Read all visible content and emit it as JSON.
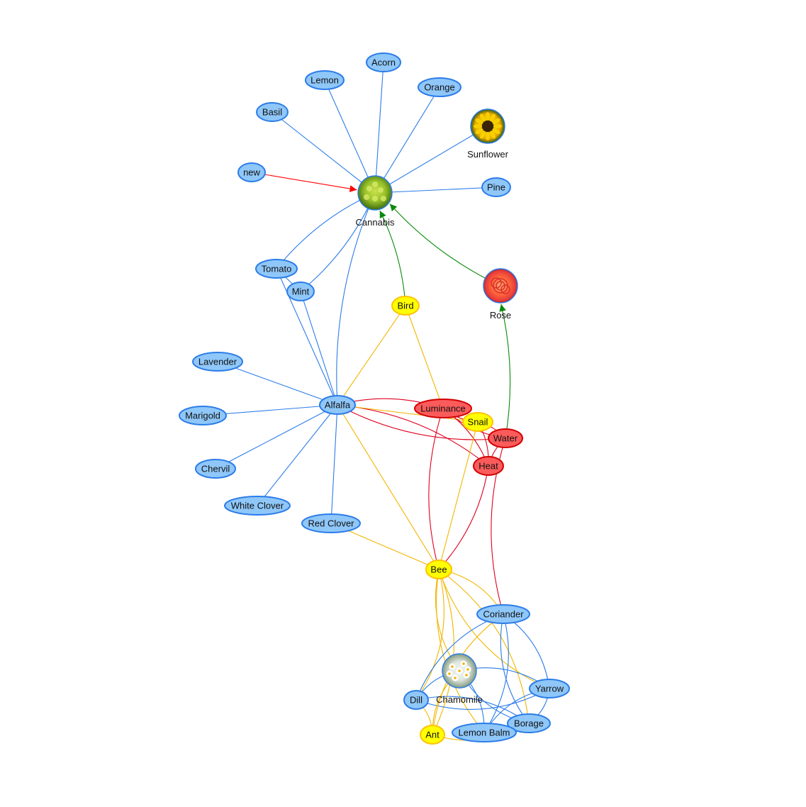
{
  "colors": {
    "plant": "#8fc7f9",
    "plant_border": "#2b7ce9",
    "animal": "#ffff00",
    "animal_border": "#ffc107",
    "factor": "#fb5b5b",
    "factor_border": "#d10000",
    "edge_plant": "#2b7ce9",
    "edge_animal": "#f2b600",
    "edge_factor": "#e0001e",
    "edge_red_arrow": "#ff0000",
    "edge_green_arrow": "#0a8a0a"
  },
  "nodes": {
    "acorn": {
      "label": "Acorn",
      "type": "plant"
    },
    "lemon": {
      "label": "Lemon",
      "type": "plant"
    },
    "orange": {
      "label": "Orange",
      "type": "plant"
    },
    "basil": {
      "label": "Basil",
      "type": "plant"
    },
    "sunflower": {
      "label": "Sunflower",
      "type": "image",
      "icon": "sunflower-photo"
    },
    "new": {
      "label": "new",
      "type": "plant"
    },
    "cannabis": {
      "label": "Cannabis",
      "type": "image",
      "icon": "cannabis-photo"
    },
    "pine": {
      "label": "Pine",
      "type": "plant"
    },
    "tomato": {
      "label": "Tomato",
      "type": "plant"
    },
    "mint": {
      "label": "Mint",
      "type": "plant"
    },
    "rose": {
      "label": "Rose",
      "type": "image",
      "icon": "rose-photo"
    },
    "bird": {
      "label": "Bird",
      "type": "animal"
    },
    "lavender": {
      "label": "Lavender",
      "type": "plant"
    },
    "alfalfa": {
      "label": "Alfalfa",
      "type": "plant"
    },
    "luminance": {
      "label": "Luminance",
      "type": "factor"
    },
    "snail": {
      "label": "Snail",
      "type": "animal"
    },
    "water": {
      "label": "Water",
      "type": "factor"
    },
    "marigold": {
      "label": "Marigold",
      "type": "plant"
    },
    "heat": {
      "label": "Heat",
      "type": "factor"
    },
    "chervil": {
      "label": "Chervil",
      "type": "plant"
    },
    "white_clover": {
      "label": "White Clover",
      "type": "plant"
    },
    "red_clover": {
      "label": "Red Clover",
      "type": "plant"
    },
    "bee": {
      "label": "Bee",
      "type": "animal"
    },
    "coriander": {
      "label": "Coriander",
      "type": "plant"
    },
    "chamomile": {
      "label": "Chamomile",
      "type": "image",
      "icon": "chamomile-photo"
    },
    "yarrow": {
      "label": "Yarrow",
      "type": "plant"
    },
    "dill": {
      "label": "Dill",
      "type": "plant"
    },
    "borage": {
      "label": "Borage",
      "type": "plant"
    },
    "ant": {
      "label": "Ant",
      "type": "animal"
    },
    "lemon_balm": {
      "label": "Lemon Balm",
      "type": "plant"
    }
  },
  "edges": [
    {
      "from": "acorn",
      "to": "cannabis",
      "kind": "plant"
    },
    {
      "from": "lemon",
      "to": "cannabis",
      "kind": "plant"
    },
    {
      "from": "orange",
      "to": "cannabis",
      "kind": "plant"
    },
    {
      "from": "basil",
      "to": "cannabis",
      "kind": "plant"
    },
    {
      "from": "sunflower",
      "to": "cannabis",
      "kind": "plant"
    },
    {
      "from": "pine",
      "to": "cannabis",
      "kind": "plant"
    },
    {
      "from": "new",
      "to": "cannabis",
      "kind": "red_arrow"
    },
    {
      "from": "tomato",
      "to": "cannabis",
      "kind": "plant"
    },
    {
      "from": "mint",
      "to": "cannabis",
      "kind": "plant"
    },
    {
      "from": "alfalfa",
      "to": "cannabis",
      "kind": "plant"
    },
    {
      "from": "bird",
      "to": "cannabis",
      "kind": "green_arrow"
    },
    {
      "from": "rose",
      "to": "cannabis",
      "kind": "green_arrow"
    },
    {
      "from": "water",
      "to": "rose",
      "kind": "green_arrow"
    },
    {
      "from": "tomato",
      "to": "mint",
      "kind": "plant"
    },
    {
      "from": "tomato",
      "to": "alfalfa",
      "kind": "plant"
    },
    {
      "from": "mint",
      "to": "alfalfa",
      "kind": "plant"
    },
    {
      "from": "lavender",
      "to": "alfalfa",
      "kind": "plant"
    },
    {
      "from": "marigold",
      "to": "alfalfa",
      "kind": "plant"
    },
    {
      "from": "chervil",
      "to": "alfalfa",
      "kind": "plant"
    },
    {
      "from": "white_clover",
      "to": "alfalfa",
      "kind": "plant"
    },
    {
      "from": "red_clover",
      "to": "alfalfa",
      "kind": "plant"
    },
    {
      "from": "bird",
      "to": "alfalfa",
      "kind": "animal"
    },
    {
      "from": "bird",
      "to": "luminance",
      "kind": "animal"
    },
    {
      "from": "alfalfa",
      "to": "luminance",
      "kind": "factor"
    },
    {
      "from": "alfalfa",
      "to": "water",
      "kind": "factor"
    },
    {
      "from": "alfalfa",
      "to": "heat",
      "kind": "factor"
    },
    {
      "from": "alfalfa",
      "to": "snail",
      "kind": "animal"
    },
    {
      "from": "alfalfa",
      "to": "bee",
      "kind": "animal"
    },
    {
      "from": "luminance",
      "to": "water",
      "kind": "factor"
    },
    {
      "from": "luminance",
      "to": "heat",
      "kind": "factor"
    },
    {
      "from": "luminance",
      "to": "snail",
      "kind": "factor"
    },
    {
      "from": "snail",
      "to": "water",
      "kind": "factor"
    },
    {
      "from": "water",
      "to": "heat",
      "kind": "factor"
    },
    {
      "from": "snail",
      "to": "heat",
      "kind": "factor"
    },
    {
      "from": "luminance",
      "to": "bee",
      "kind": "factor"
    },
    {
      "from": "heat",
      "to": "bee",
      "kind": "factor"
    },
    {
      "from": "water",
      "to": "coriander",
      "kind": "factor"
    },
    {
      "from": "snail",
      "to": "bee",
      "kind": "animal"
    },
    {
      "from": "red_clover",
      "to": "bee",
      "kind": "animal"
    },
    {
      "from": "bee",
      "to": "coriander",
      "kind": "animal"
    },
    {
      "from": "bee",
      "to": "chamomile",
      "kind": "animal"
    },
    {
      "from": "bee",
      "to": "dill",
      "kind": "animal"
    },
    {
      "from": "bee",
      "to": "yarrow",
      "kind": "animal"
    },
    {
      "from": "bee",
      "to": "borage",
      "kind": "animal"
    },
    {
      "from": "bee",
      "to": "lemon_balm",
      "kind": "animal"
    },
    {
      "from": "bee",
      "to": "ant",
      "kind": "animal"
    },
    {
      "from": "coriander",
      "to": "dill",
      "kind": "plant"
    },
    {
      "from": "coriander",
      "to": "yarrow",
      "kind": "plant"
    },
    {
      "from": "coriander",
      "to": "borage",
      "kind": "plant"
    },
    {
      "from": "coriander",
      "to": "lemon_balm",
      "kind": "plant"
    },
    {
      "from": "chamomile",
      "to": "dill",
      "kind": "plant"
    },
    {
      "from": "chamomile",
      "to": "yarrow",
      "kind": "plant"
    },
    {
      "from": "chamomile",
      "to": "borage",
      "kind": "plant"
    },
    {
      "from": "chamomile",
      "to": "lemon_balm",
      "kind": "plant"
    },
    {
      "from": "dill",
      "to": "yarrow",
      "kind": "plant"
    },
    {
      "from": "dill",
      "to": "borage",
      "kind": "plant"
    },
    {
      "from": "yarrow",
      "to": "lemon_balm",
      "kind": "plant"
    },
    {
      "from": "yarrow",
      "to": "borage",
      "kind": "plant"
    },
    {
      "from": "ant",
      "to": "dill",
      "kind": "animal"
    },
    {
      "from": "ant",
      "to": "chamomile",
      "kind": "animal"
    },
    {
      "from": "ant",
      "to": "borage",
      "kind": "animal"
    },
    {
      "from": "ant",
      "to": "coriander",
      "kind": "animal"
    }
  ]
}
